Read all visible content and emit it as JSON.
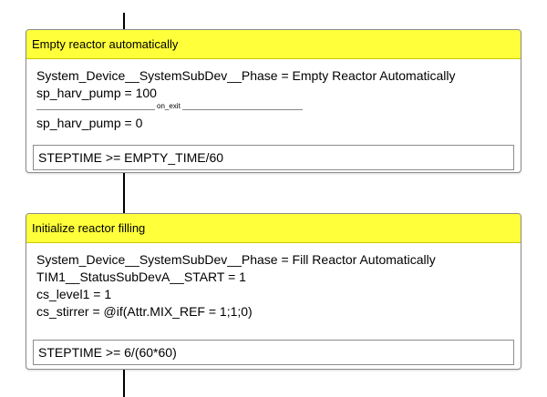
{
  "steps": [
    {
      "title": "Empty reactor automatically",
      "actions": [
        "System_Device__SystemSubDev__Phase = Empty Reactor Automatically",
        "sp_harv_pump = 100"
      ],
      "exit_label": "on_exit",
      "exit_actions": [
        "sp_harv_pump = 0"
      ],
      "transition": "STEPTIME >= EMPTY_TIME/60"
    },
    {
      "title": "Initialize reactor filling",
      "actions": [
        "System_Device__SystemSubDev__Phase = Fill Reactor Automatically",
        "TIM1__StatusSubDevA__START = 1",
        "cs_level1 = 1",
        "cs_stirrer = @if(Attr.MIX_REF = 1;1;0)"
      ],
      "transition": "STEPTIME >= 6/(60*60)"
    }
  ]
}
